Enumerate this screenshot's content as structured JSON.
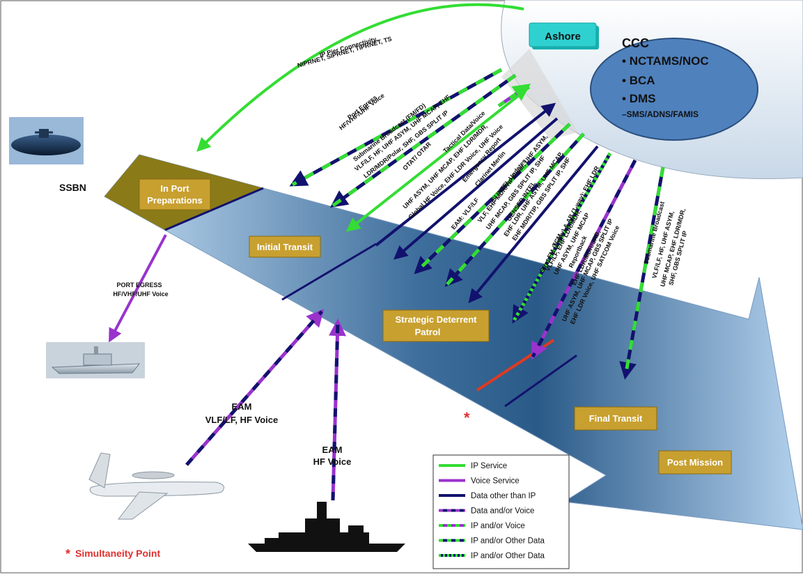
{
  "shore": {
    "ashore_label": "Ashore",
    "ccc_title": "CCC",
    "ccc_items": [
      "NCTAMS/NOC",
      "BCA",
      "DMS"
    ],
    "ccc_sub": "–SMS/ADNS/FAMIS"
  },
  "vessel_label": "SSBN",
  "phases": {
    "inport_line1": "In Port",
    "inport_line2": "Preparations",
    "initial_transit": "Initial Transit",
    "strategic_line1": "Strategic Deterrent",
    "strategic_line2": "Patrol",
    "final_transit": "Final Transit",
    "post_mission": "Post Mission"
  },
  "links": {
    "ip_pier_line1": "IP Pier Connectivity,",
    "ip_pier_line2": "NIPRNET, SIPRNET, TIPRNET, TS",
    "port_egress_line1": "Port Egress",
    "port_egress_line2": "HF/VHF/UHF Voice",
    "sub_bcast_line1": "Submarine Broadcast (FM/FD)",
    "sub_bcast_line2": "VLF/LF, HF, UHF ASYM, UHF MCAP, EHF",
    "sub_bcast_line3": "LDR/MDR/Polar, SHF, GBS SPLIT IP",
    "otat": "OTAT/ OTAR",
    "tactical_line1": "Tactical Data/Voice",
    "tactical_line2": "UHF ASYM, UHF MCAP, EHF LDR/MDR,",
    "tactical_line3": "Global HF Voice, EHF LDR Voice, UHF Voice",
    "emergency_line1": "Emergency Report",
    "emergency_line2": "Clarinet Merlin",
    "eam_vlf": "EAM: VLF/LF",
    "si_intel_line1": "SI INTEL Updates",
    "si_intel_line2": "VLF, EHF MDR/TIP/Polar, UHF ASYM,",
    "si_intel_line3": "UHF MCAP, GBS SPLIT IP, SHF",
    "genser_line1": "GENSER INTEL",
    "genser_line2": "EHF LDR, UHF ASYM, UHF MCAP,",
    "genser_line3": "EHF MDR/TIP, GBS SPLIT IP, SHF",
    "strat_fm": "Strat FM (2-way) & AB (1-way): EHF LDR",
    "tcm_line1": "TCM",
    "tcm_line2": "VLF/LF, EHF LDR/MDR,",
    "tcm_line3": "UHF ASYM, UHF MCAP",
    "reportback_line1": "Reportback",
    "reportback_line2": "EHF LDR/MDR/SRB,",
    "reportback_line3": "UHF ASYM, UHF MCAP, GBS SPLIT IP",
    "reportback_line4": "EHF LDR Voice, UHF SATCOM Voice",
    "sub_bcast2_line1": "Submarine Broadcast",
    "sub_bcast2_line2": "VLF/LF, HF, UHF ASYM,",
    "sub_bcast2_line3": "UHF MCAP, EHF LDR/MDR,",
    "sub_bcast2_line4": "SHF, GBS SPLIT IP"
  },
  "lower_links": {
    "port_egress_line1": "PORT EGRESS",
    "port_egress_line2": "HF/VHF/UHF Voice",
    "eam_air_line1": "EAM",
    "eam_air_line2": "VLF/LF, HF Voice",
    "eam_ship_line1": "EAM",
    "eam_ship_line2": "HF Voice"
  },
  "simultaneity": {
    "marker": "*",
    "label": "Simultaneity Point"
  },
  "legend": {
    "items": [
      {
        "label": "IP Service",
        "style": "ip"
      },
      {
        "label": "Voice Service",
        "style": "voice"
      },
      {
        "label": "Data other than IP",
        "style": "data"
      },
      {
        "label": "Data and/or Voice",
        "style": "data-voice"
      },
      {
        "label": "IP and/or Voice",
        "style": "ip-voice"
      },
      {
        "label": "IP and/or Other Data",
        "style": "ip-data"
      },
      {
        "label": "IP and/or Other Data",
        "style": "ip-data-fine"
      }
    ]
  },
  "colors": {
    "ip": "#33dd33",
    "voice": "#9933cc",
    "data": "#12126e",
    "phase_box": "#c8a030",
    "ccc_ellipse": "#4f81bd",
    "ashore_button": "#20c0c0",
    "simultaneity": "#e03030",
    "arrow_light": "#b8d4ec",
    "arrow_dark": "#2a5a88"
  }
}
